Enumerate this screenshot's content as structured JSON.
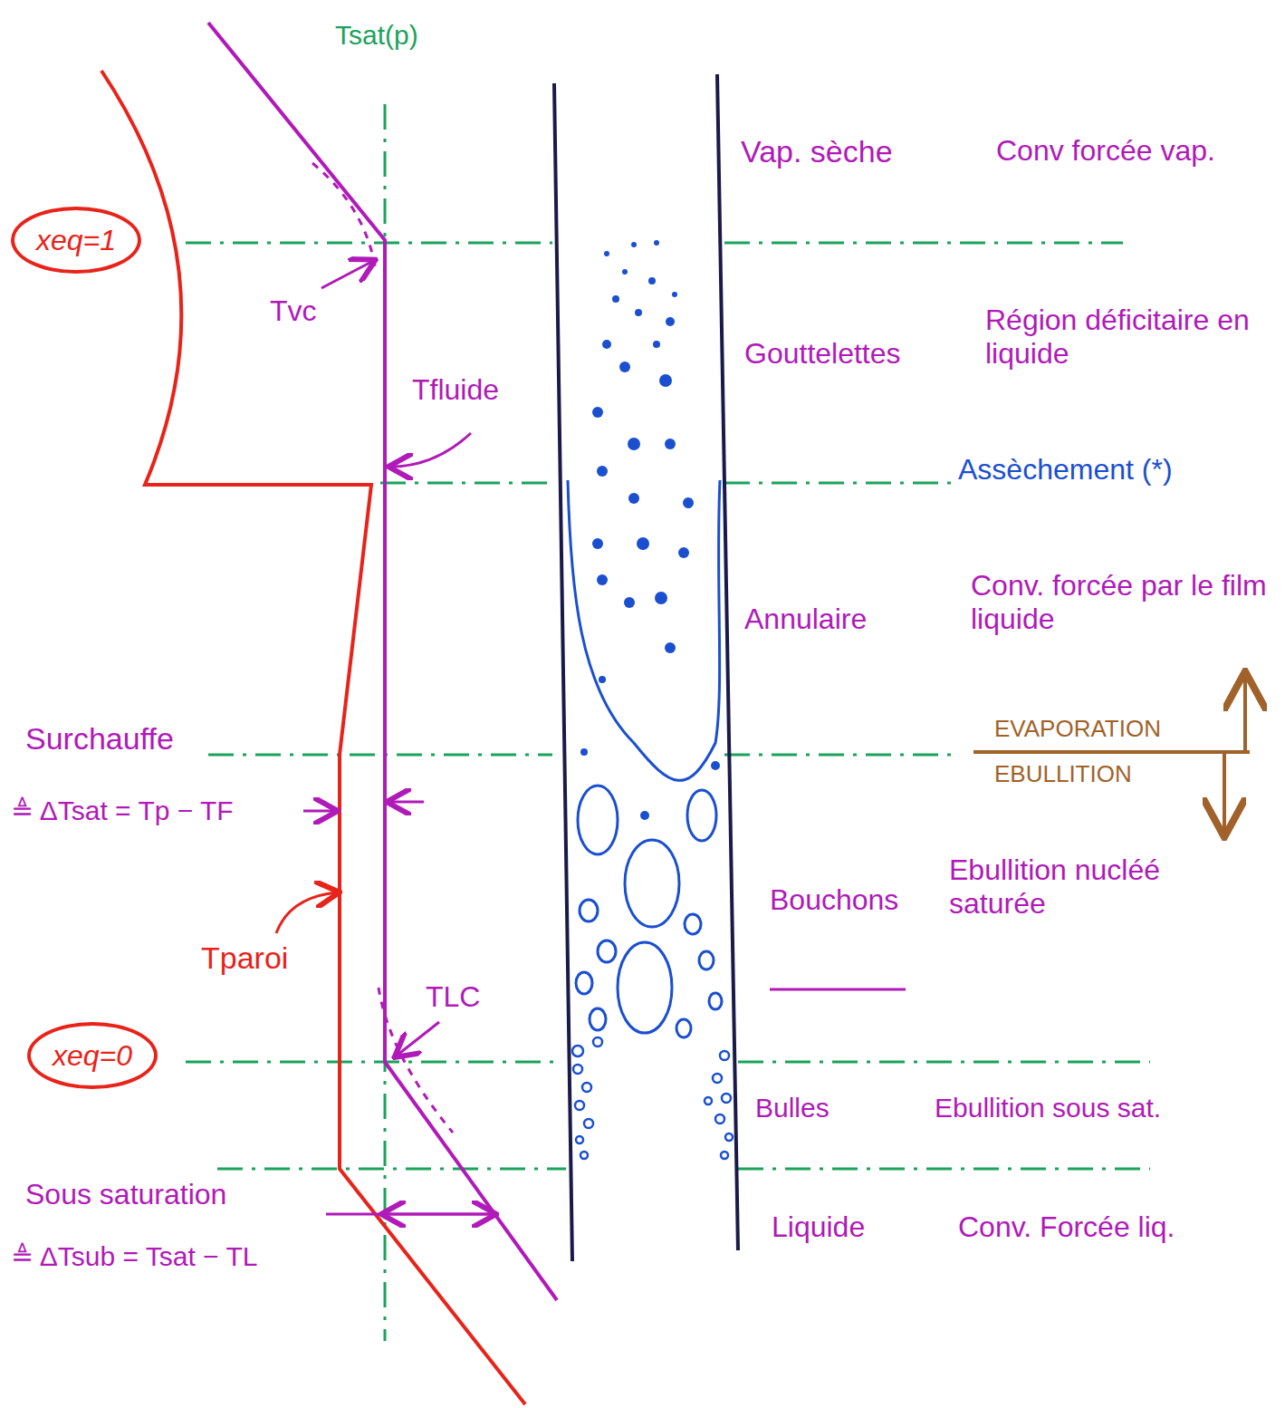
{
  "diagram": {
    "nodes": [
      {
        "text": [
          "xeq=1"
        ]
      },
      {
        "text": [
          "xeq=0"
        ]
      }
    ],
    "labels": [
      "Tsat(p)",
      "Tvc",
      "Tfluide",
      "Surchauffe",
      "≜ ΔTsat = Tp − TF",
      "Tparoi",
      "TLC",
      "Sous saturation",
      "≜ ΔTsub = Tsat − TL",
      "Vap. sèche",
      "Conv forcée vap.",
      "Gouttelettes",
      "Région déficitaire en liquide",
      "Assèchement (*)",
      "Annulaire",
      "Conv. forcée par le film liquide",
      "EVAPORATION",
      "EBULLITION",
      "Bouchons",
      "Ebullition nucléé saturée",
      "Bulles",
      "Ebullition sous sat.",
      "Liquide",
      "Conv. Forcée liq."
    ]
  }
}
